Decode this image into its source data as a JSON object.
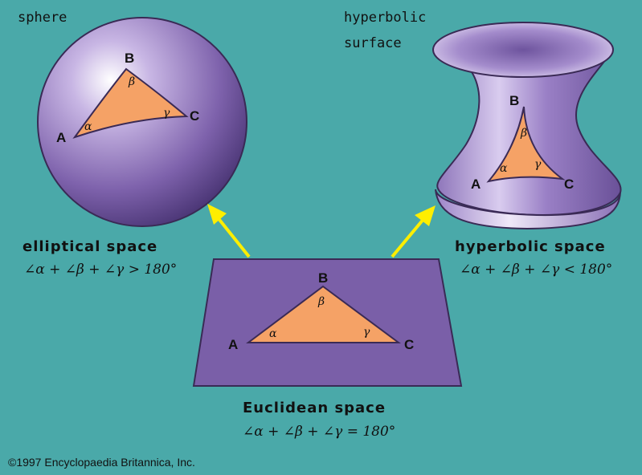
{
  "labels": {
    "sphere": "sphere",
    "hyperbolic_surface": [
      "hyperbolic",
      "surface"
    ],
    "elliptical_title": "elliptical space",
    "elliptical_formula": "∠α + ∠β + ∠γ > 180°",
    "hyperbolic_title": "hyperbolic space",
    "hyperbolic_formula": "∠α + ∠β + ∠γ < 180°",
    "euclidean_title": "Euclidean space",
    "euclidean_formula": "∠α + ∠β + ∠γ = 180°",
    "copyright": "©1997 Encyclopaedia Britannica, Inc."
  },
  "vertices": {
    "a": "A",
    "b": "B",
    "c": "C"
  },
  "angles": {
    "alpha": "α",
    "beta": "β",
    "gamma": "γ"
  },
  "colors": {
    "background": "#4aa9a9",
    "surface_purple": "#7a5fa8",
    "triangle_orange": "#f5a266",
    "arrow_yellow": "#ffee00",
    "outline": "#3a2a55"
  }
}
